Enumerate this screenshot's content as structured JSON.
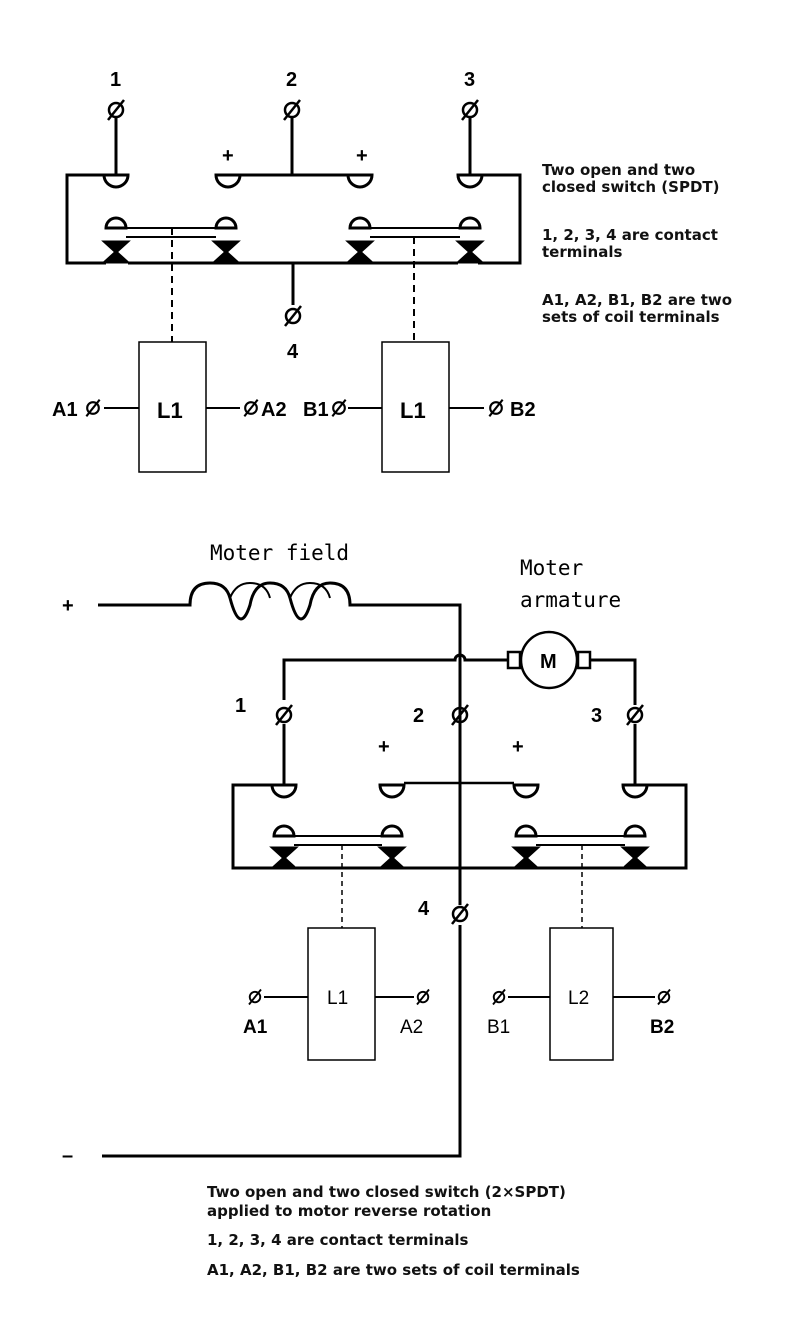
{
  "top": {
    "terminals": [
      "1",
      "2",
      "3",
      "4"
    ],
    "plus": "+",
    "coils": [
      "L1",
      "L1"
    ],
    "coil_terminals": [
      "A1",
      "A2",
      "B1",
      "B2"
    ],
    "notes": [
      "Two open and two closed switch (SPDT)",
      "1, 2, 3, 4 are contact terminals",
      "A1, A2, B1, B2 are two sets of coil terminals"
    ]
  },
  "bottom": {
    "motor_field": "Moter field",
    "motor_armature": "Moter armature",
    "motor_symbol": "M",
    "supply_plus": "+",
    "supply_minus": "–",
    "terminals": [
      "1",
      "2",
      "3",
      "4"
    ],
    "plus": "+",
    "coils": [
      "L1",
      "L2"
    ],
    "coil_terminals": [
      "A1",
      "A2",
      "B1",
      "B2"
    ],
    "notes": [
      "Two open and two closed switch (2×SPDT) applied to motor reverse rotation",
      "1, 2, 3, 4 are contact terminals",
      "A1, A2, B1, B2 are two sets of coil terminals"
    ]
  }
}
